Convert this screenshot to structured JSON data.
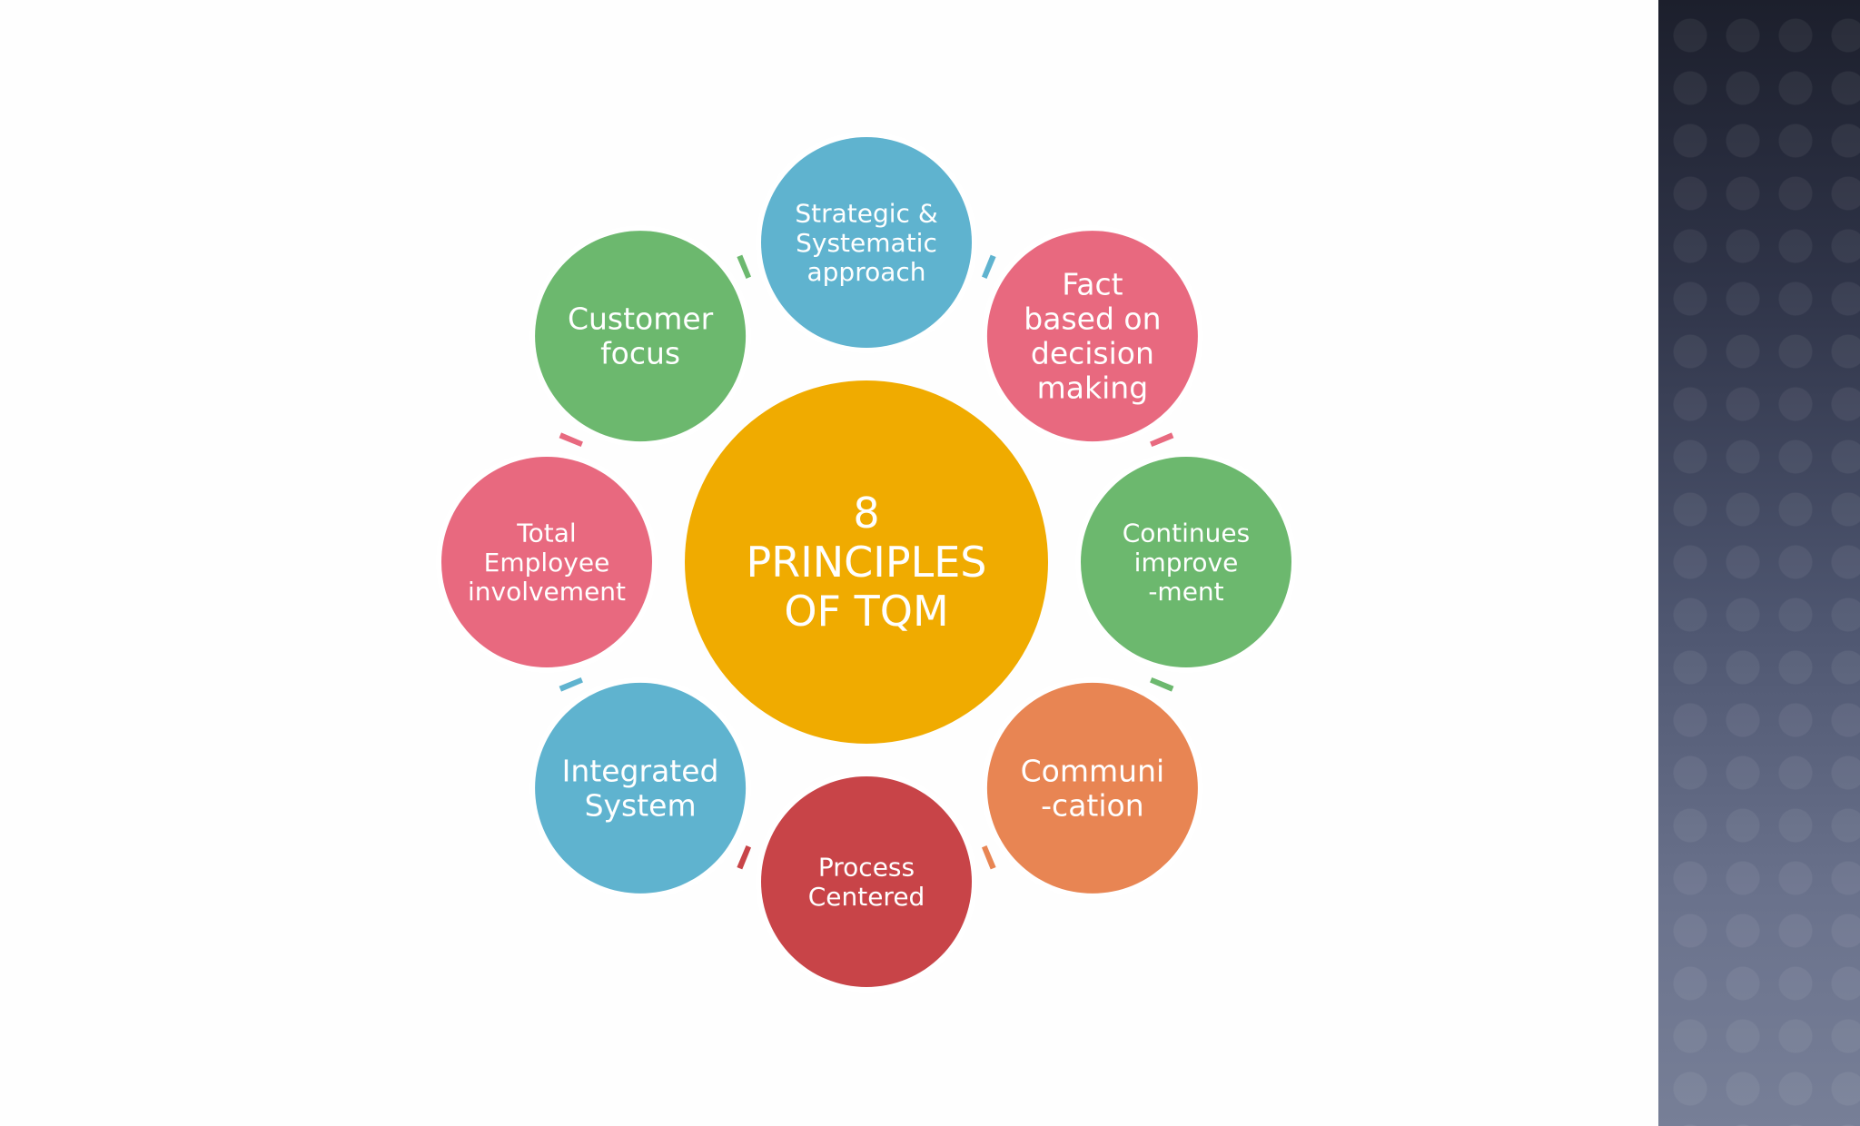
{
  "center": {
    "lines": [
      "8",
      "PRINCIPLES",
      "OF TQM"
    ],
    "color": "#f0ab00"
  },
  "nodes": [
    {
      "id": "strategic",
      "lines": [
        "Strategic &",
        "Systematic",
        "approach"
      ],
      "color": "#5fb3cf"
    },
    {
      "id": "fact-based",
      "lines": [
        "Fact",
        "based on",
        "decision",
        "making"
      ],
      "color": "#e8697f"
    },
    {
      "id": "continues",
      "lines": [
        "Continues",
        "improve",
        "-ment"
      ],
      "color": "#6cb86e"
    },
    {
      "id": "communication",
      "lines": [
        "Communi",
        "-cation"
      ],
      "color": "#e88553"
    },
    {
      "id": "process",
      "lines": [
        "Process",
        "Centered"
      ],
      "color": "#c84448"
    },
    {
      "id": "integrated",
      "lines": [
        "Integrated",
        "System"
      ],
      "color": "#5fb3cf"
    },
    {
      "id": "employee",
      "lines": [
        "Total",
        "Employee",
        "involvement"
      ],
      "color": "#e8697f"
    },
    {
      "id": "customer",
      "lines": [
        "Customer",
        "focus"
      ],
      "color": "#6cb86e"
    }
  ],
  "arcs": [
    {
      "from": "strategic",
      "to": "fact-based",
      "color": "#5fb3cf"
    },
    {
      "from": "fact-based",
      "to": "continues",
      "color": "#e8697f"
    },
    {
      "from": "continues",
      "to": "communication",
      "color": "#6cb86e"
    },
    {
      "from": "communication",
      "to": "process",
      "color": "#e88553"
    },
    {
      "from": "process",
      "to": "integrated",
      "color": "#c84448"
    },
    {
      "from": "integrated",
      "to": "employee",
      "color": "#5fb3cf"
    },
    {
      "from": "employee",
      "to": "customer",
      "color": "#e8697f"
    },
    {
      "from": "customer",
      "to": "strategic",
      "color": "#6cb86e"
    }
  ]
}
